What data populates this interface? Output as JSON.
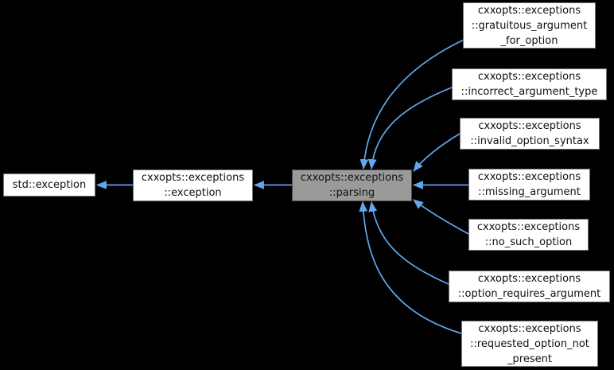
{
  "diagram": {
    "type": "class-inheritance-graph",
    "colors": {
      "background": "#000000",
      "edge": "#62a7ee",
      "node_fill": "#ffffff",
      "node_border": "#757575",
      "highlight_fill": "#9a9a9a",
      "highlight_border": "#4f4f4f",
      "text": "#111111"
    },
    "nodes": {
      "base": {
        "label": "std::exception"
      },
      "exception": {
        "label": "cxxopts::exceptions\n::exception"
      },
      "parsing": {
        "label": "cxxopts::exceptions\n::parsing",
        "highlighted": true
      },
      "derived": [
        {
          "label": "cxxopts::exceptions\n::gratuitous_argument\n_for_option"
        },
        {
          "label": "cxxopts::exceptions\n::incorrect_argument_type"
        },
        {
          "label": "cxxopts::exceptions\n::invalid_option_syntax"
        },
        {
          "label": "cxxopts::exceptions\n::missing_argument"
        },
        {
          "label": "cxxopts::exceptions\n::no_such_option"
        },
        {
          "label": "cxxopts::exceptions\n::option_requires_argument"
        },
        {
          "label": "cxxopts::exceptions\n::requested_option_not\n_present"
        }
      ]
    },
    "edges": [
      {
        "from": "cxxopts::exceptions::exception",
        "to": "std::exception"
      },
      {
        "from": "cxxopts::exceptions::parsing",
        "to": "cxxopts::exceptions::exception"
      },
      {
        "from": "cxxopts::exceptions::gratuitous_argument_for_option",
        "to": "cxxopts::exceptions::parsing"
      },
      {
        "from": "cxxopts::exceptions::incorrect_argument_type",
        "to": "cxxopts::exceptions::parsing"
      },
      {
        "from": "cxxopts::exceptions::invalid_option_syntax",
        "to": "cxxopts::exceptions::parsing"
      },
      {
        "from": "cxxopts::exceptions::missing_argument",
        "to": "cxxopts::exceptions::parsing"
      },
      {
        "from": "cxxopts::exceptions::no_such_option",
        "to": "cxxopts::exceptions::parsing"
      },
      {
        "from": "cxxopts::exceptions::option_requires_argument",
        "to": "cxxopts::exceptions::parsing"
      },
      {
        "from": "cxxopts::exceptions::requested_option_not_present",
        "to": "cxxopts::exceptions::parsing"
      }
    ]
  }
}
